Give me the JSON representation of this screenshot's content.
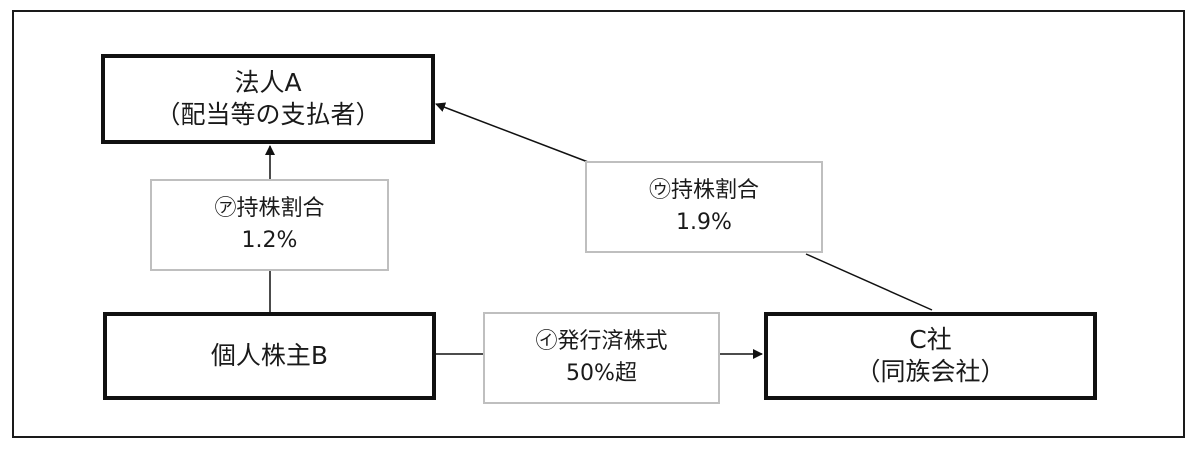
{
  "nodes": {
    "company_a": {
      "name": "法人A",
      "role": "（配当等の支払者）"
    },
    "shareholder_b": {
      "name": "個人株主B"
    },
    "company_c": {
      "name": "C社",
      "role": "（同族会社）"
    }
  },
  "edges": {
    "b_to_a": {
      "label": "㋐持株割合",
      "value": "1.2%"
    },
    "b_to_c": {
      "label": "㋑発行済株式",
      "value": "50%超"
    },
    "c_to_a": {
      "label": "㋒持株割合",
      "value": "1.9%"
    }
  }
}
